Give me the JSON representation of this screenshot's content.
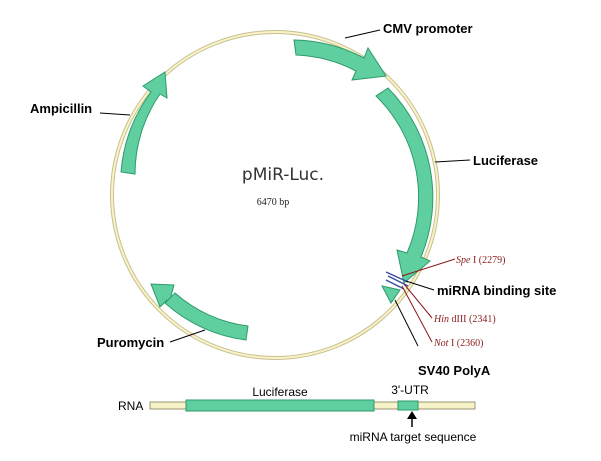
{
  "plasmid": {
    "name": "pMiR-Luc.",
    "size": "6470 bp",
    "backbone_color": "#f5f0c0",
    "feature_color": "#5fcfa0",
    "feature_stroke": "#2e9a6a"
  },
  "features": {
    "cmv": "CMV promoter",
    "luciferase": "Luciferase",
    "mirna_site": "miRNA binding site",
    "sv40": "SV40 PolyA",
    "puromycin": "Puromycin",
    "ampicillin": "Ampicillin"
  },
  "restriction_sites": {
    "spe": {
      "enzyme": "Spe",
      "suffix": " I (2279)"
    },
    "hind": {
      "enzyme": "Hin",
      "suffix": " dIII (2341)"
    },
    "not": {
      "enzyme": "Not",
      "suffix": " I (2360)"
    },
    "color": "#8b1a1a"
  },
  "rna": {
    "label": "RNA",
    "cds": "Luciferase",
    "utr": "3'-UTR",
    "target": "miRNA target sequence"
  }
}
